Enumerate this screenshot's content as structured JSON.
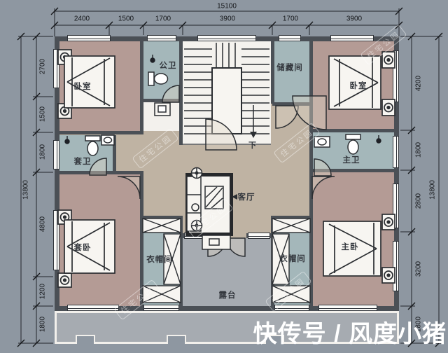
{
  "watermark_text": "住宅公园",
  "credit": "快传号 / 风度小猪",
  "dimensions": {
    "top": {
      "total": "15100",
      "segments": [
        "2400",
        "1500",
        "1700",
        "3900",
        "1700",
        "3900"
      ]
    },
    "left": {
      "total": "13800",
      "segments": [
        "2700",
        "1500",
        "1800",
        "4800",
        "1200",
        "1800"
      ]
    },
    "right": {
      "total": "13800",
      "segments": [
        "4200",
        "1800",
        "2800",
        "3200",
        "1800"
      ]
    }
  },
  "rooms": {
    "bedroom_top_left": "卧室",
    "public_bathroom": "公卫",
    "storage_room": "储藏间",
    "bedroom_top_right": "卧室",
    "suite_bathroom": "套卫",
    "master_bathroom": "主卫",
    "living_room": "客厅",
    "suite_bedroom": "套卧",
    "closet_left": "衣帽间",
    "closet_right": "衣帽间",
    "master_bedroom": "主卧",
    "terrace": "露台"
  },
  "stairs": {
    "direction_label": "下"
  },
  "colors": {
    "bedroom_floor": "#b49b95",
    "bathroom_floor": "#a4b7ba",
    "hallway_floor": "#bfb3a3",
    "terrace_floor": "#a6abb1",
    "wall": "#4b5056",
    "background": "#8e97a1"
  }
}
